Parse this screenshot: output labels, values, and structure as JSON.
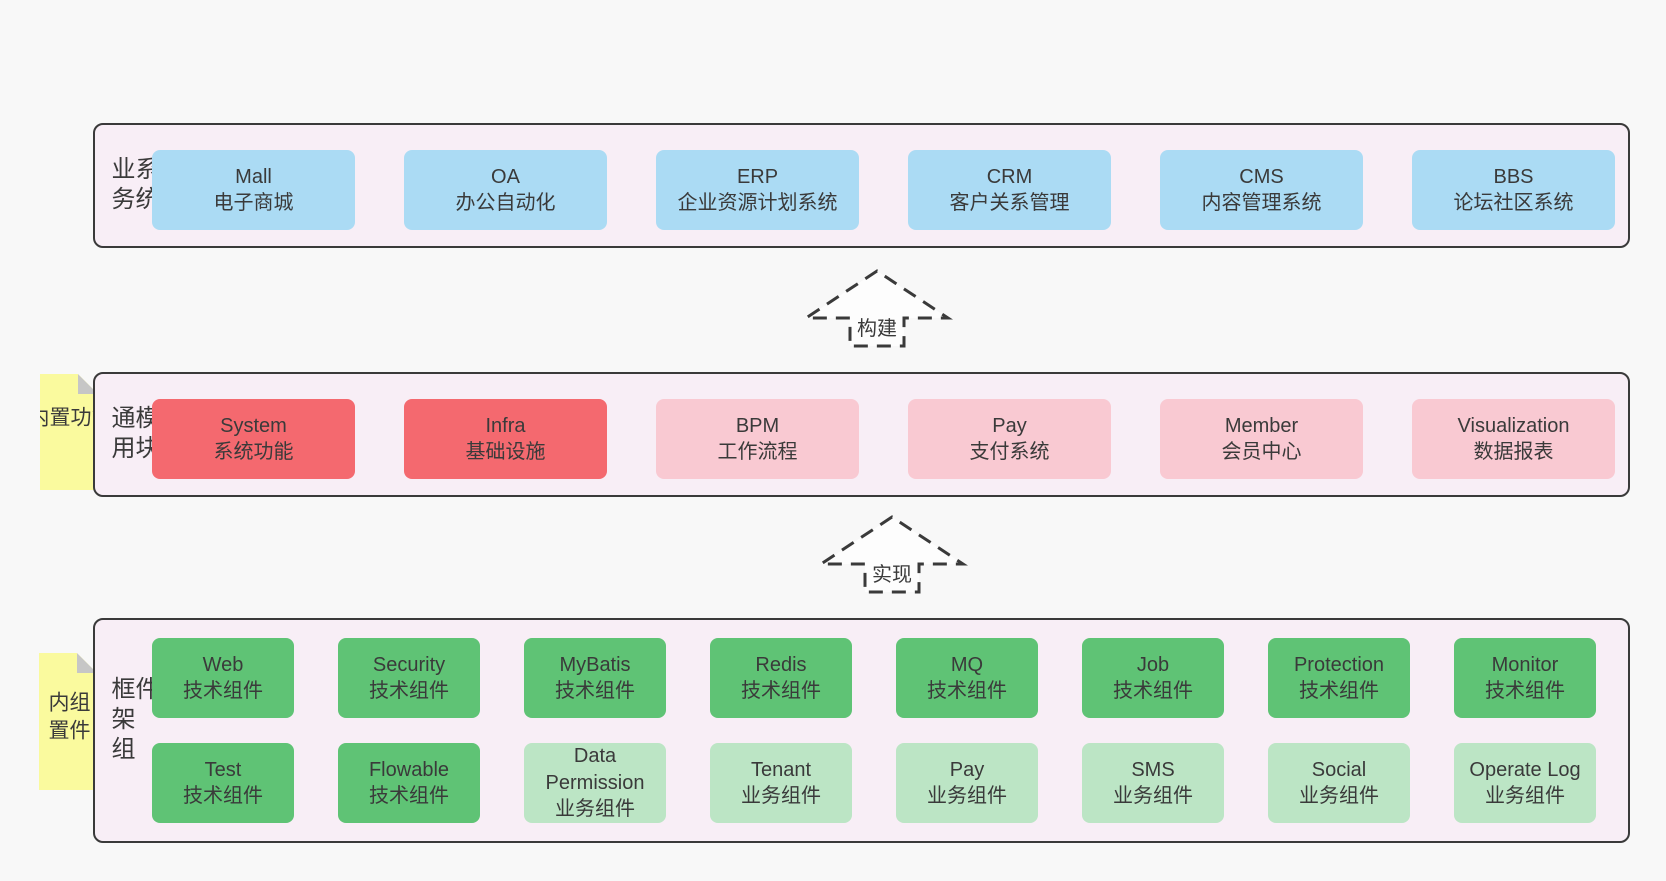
{
  "colors": {
    "blue": "#abdbf4",
    "red": "#f4696f",
    "pink": "#f9c9d2",
    "green": "#5fc375",
    "green_light": "#bce5c5",
    "band_bg": "#f8eef6",
    "band_border": "#3a3a3a",
    "sticky_bg": "#fafa9e",
    "sticky_fold": "#c6c6c6",
    "page_bg": "#f8f8f8",
    "text": "#3a3a3a"
  },
  "bands": {
    "business": {
      "label": "业务系统",
      "boxes": [
        {
          "lines": [
            "Mall",
            "电子商城"
          ],
          "color": "blue"
        },
        {
          "lines": [
            "OA",
            "办公自动化"
          ],
          "color": "blue"
        },
        {
          "lines": [
            "ERP",
            "企业资源计划系统"
          ],
          "color": "blue"
        },
        {
          "lines": [
            "CRM",
            "客户关系管理"
          ],
          "color": "blue"
        },
        {
          "lines": [
            "CMS",
            "内容管理系统"
          ],
          "color": "blue"
        },
        {
          "lines": [
            "BBS",
            "论坛社区系统"
          ],
          "color": "blue"
        }
      ]
    },
    "modules": {
      "label": "通用模块",
      "sticky": "内置功能",
      "boxes": [
        {
          "lines": [
            "System",
            "系统功能"
          ],
          "color": "red"
        },
        {
          "lines": [
            "Infra",
            "基础设施"
          ],
          "color": "red"
        },
        {
          "lines": [
            "BPM",
            "工作流程"
          ],
          "color": "pink"
        },
        {
          "lines": [
            "Pay",
            "支付系统"
          ],
          "color": "pink"
        },
        {
          "lines": [
            "Member",
            "会员中心"
          ],
          "color": "pink"
        },
        {
          "lines": [
            "Visualization",
            "数据报表"
          ],
          "color": "pink"
        }
      ]
    },
    "components": {
      "label": "框架组件",
      "sticky": "内置组件",
      "rows": [
        [
          {
            "lines": [
              "Web",
              "技术组件"
            ],
            "color": "green"
          },
          {
            "lines": [
              "Security",
              "技术组件"
            ],
            "color": "green"
          },
          {
            "lines": [
              "MyBatis",
              "技术组件"
            ],
            "color": "green"
          },
          {
            "lines": [
              "Redis",
              "技术组件"
            ],
            "color": "green"
          },
          {
            "lines": [
              "MQ",
              "技术组件"
            ],
            "color": "green"
          },
          {
            "lines": [
              "Job",
              "技术组件"
            ],
            "color": "green"
          },
          {
            "lines": [
              "Protection",
              "技术组件"
            ],
            "color": "green"
          },
          {
            "lines": [
              "Monitor",
              "技术组件"
            ],
            "color": "green"
          }
        ],
        [
          {
            "lines": [
              "Test",
              "技术组件"
            ],
            "color": "green"
          },
          {
            "lines": [
              "Flowable",
              "技术组件"
            ],
            "color": "green"
          },
          {
            "lines": [
              "Data",
              "Permission",
              "业务组件"
            ],
            "color": "green_light"
          },
          {
            "lines": [
              "Tenant",
              "业务组件"
            ],
            "color": "green_light"
          },
          {
            "lines": [
              "Pay",
              "业务组件"
            ],
            "color": "green_light"
          },
          {
            "lines": [
              "SMS",
              "业务组件"
            ],
            "color": "green_light"
          },
          {
            "lines": [
              "Social",
              "业务组件"
            ],
            "color": "green_light"
          },
          {
            "lines": [
              "Operate Log",
              "业务组件"
            ],
            "color": "green_light"
          }
        ]
      ]
    }
  },
  "arrows": [
    {
      "label": "构建"
    },
    {
      "label": "实现"
    }
  ]
}
